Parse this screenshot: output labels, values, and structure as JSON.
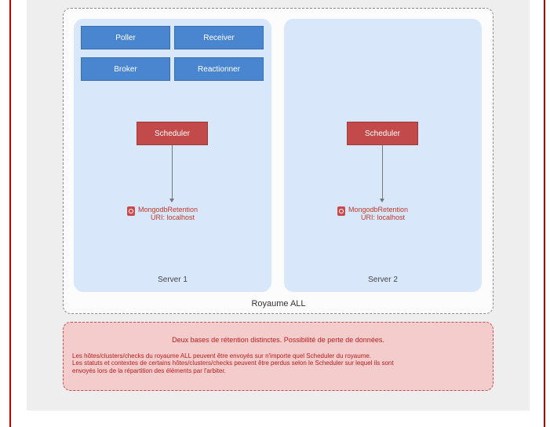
{
  "realm": {
    "label": "Royaume ALL"
  },
  "servers": [
    {
      "label": "Server 1",
      "modules": [
        "Poller",
        "Receiver",
        "Broker",
        "Reactionner"
      ],
      "scheduler": "Scheduler",
      "retention_name": "MongodbRetention",
      "retention_uri": "URI: localhost"
    },
    {
      "label": "Server 2",
      "modules": [],
      "scheduler": "Scheduler",
      "retention_name": "MongodbRetention",
      "retention_uri": "URI: localhost"
    }
  ],
  "note": {
    "title": "Deux bases de rétention distinctes. Possibilité de perte de données.",
    "lines": [
      "Les hôtes/clusters/checks du royaume ALL peuvent être envoyés sur n'importe quel Scheduler du royaume.",
      "Les statuts et contextes de certains hôtes/clusters/checks peuvent être perdus selon le Scheduler sur lequel ils sont",
      "envoyés lors de la répartition des éléments par l'arbiter."
    ]
  },
  "colors": {
    "module_blue": "#4a86cf",
    "scheduler_red": "#c24a4a",
    "server_bg": "#d9e7fa",
    "note_bg": "#f4cccc",
    "margin_red": "#c00000"
  },
  "icons": {
    "retention": "database-icon",
    "arrow": "arrow-down-icon"
  }
}
